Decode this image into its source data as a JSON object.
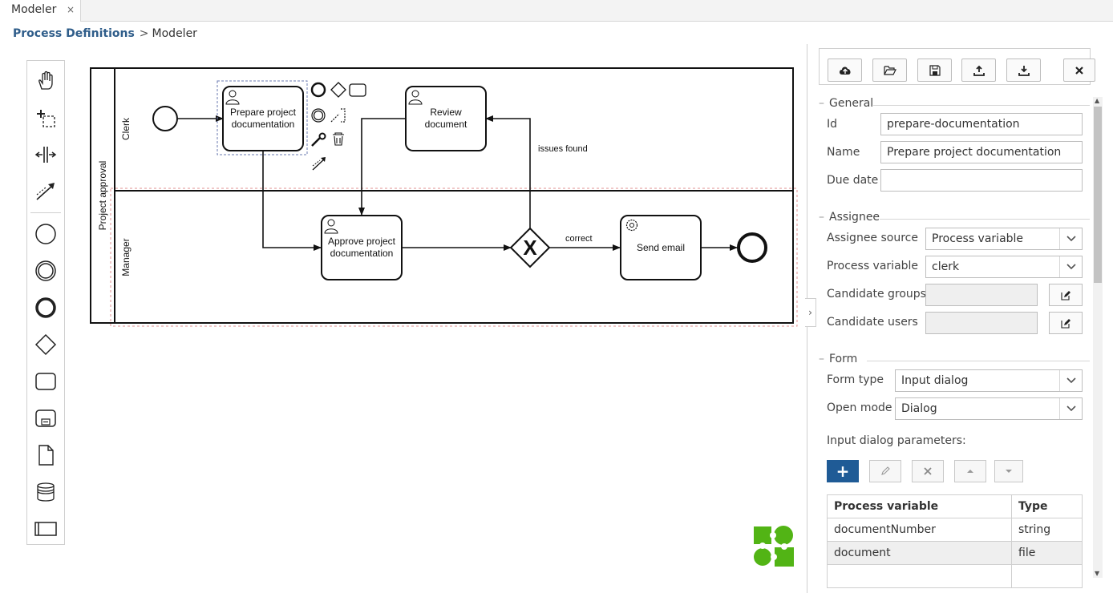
{
  "tab": {
    "title": "Modeler",
    "close": "×"
  },
  "breadcrumb": {
    "link": "Process Definitions",
    "separator": ">",
    "current": "Modeler"
  },
  "diagram": {
    "pool_label": "Project approval",
    "lanes": [
      "Clerk",
      "Manager"
    ],
    "tasks": {
      "prepare": [
        "Prepare project",
        "documentation"
      ],
      "review": [
        "Review",
        "document"
      ],
      "approve": [
        "Approve project",
        "documentation"
      ],
      "send": "Send email"
    },
    "gateway_mark": "X",
    "flows": {
      "issues": "issues found",
      "correct": "correct"
    }
  },
  "panel": {
    "toggle": "›",
    "sections": {
      "general": "General",
      "assignee": "Assignee",
      "form": "Form"
    },
    "general": {
      "id_label": "Id",
      "id_value": "prepare-documentation",
      "name_label": "Name",
      "name_value": "Prepare project documentation",
      "due_label": "Due date",
      "due_value": ""
    },
    "assignee": {
      "source_label": "Assignee source",
      "source_value": "Process variable",
      "var_label": "Process variable",
      "var_value": "clerk",
      "groups_label": "Candidate groups",
      "users_label": "Candidate users"
    },
    "form": {
      "type_label": "Form type",
      "type_value": "Input dialog",
      "mode_label": "Open mode",
      "mode_value": "Dialog",
      "params_label": "Input dialog parameters:",
      "add": "+",
      "columns": [
        "Process variable",
        "Type"
      ],
      "rows": [
        {
          "variable": "documentNumber",
          "type": "string"
        },
        {
          "variable": "document",
          "type": "file"
        }
      ]
    }
  }
}
